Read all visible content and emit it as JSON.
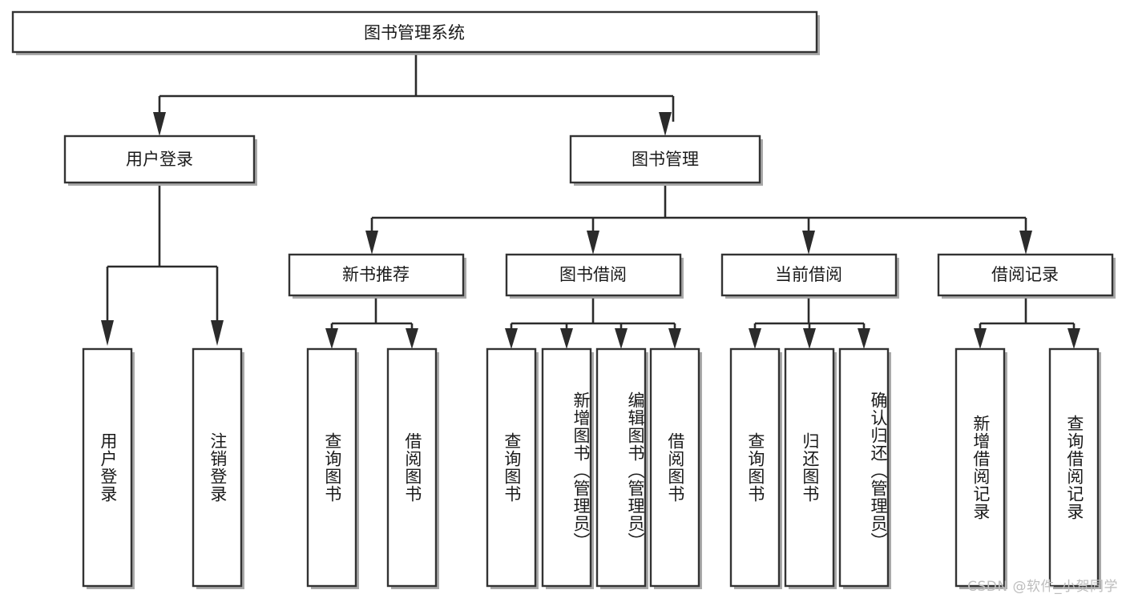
{
  "diagram": {
    "title": "图书管理系统",
    "type": "tree",
    "watermark": "CSDN @软件_小贺同学",
    "nodes": {
      "root": {
        "label": "图书管理系统",
        "orientation": "horizontal"
      },
      "l2": [
        {
          "id": "user-login",
          "label": "用户登录",
          "orientation": "horizontal"
        },
        {
          "id": "book-manage",
          "label": "图书管理",
          "orientation": "horizontal"
        }
      ],
      "l3": [
        {
          "id": "new-book-recommend",
          "label": "新书推荐",
          "orientation": "horizontal"
        },
        {
          "id": "book-borrow",
          "label": "图书借阅",
          "orientation": "horizontal"
        },
        {
          "id": "current-borrow",
          "label": "当前借阅",
          "orientation": "horizontal"
        },
        {
          "id": "borrow-record",
          "label": "借阅记录",
          "orientation": "horizontal"
        }
      ],
      "leaves": [
        {
          "id": "leaf-user-login",
          "parent": "user-login",
          "label": "用户登录",
          "orientation": "vertical"
        },
        {
          "id": "leaf-user-logout",
          "parent": "user-login",
          "label": "注销登录",
          "orientation": "vertical"
        },
        {
          "id": "leaf-query-book-1",
          "parent": "new-book-recommend",
          "label": "查询图书",
          "orientation": "vertical"
        },
        {
          "id": "leaf-borrow-book-1",
          "parent": "new-book-recommend",
          "label": "借阅图书",
          "orientation": "vertical"
        },
        {
          "id": "leaf-query-book-2",
          "parent": "book-borrow",
          "label": "查询图书",
          "orientation": "vertical"
        },
        {
          "id": "leaf-add-book",
          "parent": "book-borrow",
          "label": "新增图书（管理员）",
          "orientation": "vertical"
        },
        {
          "id": "leaf-edit-book",
          "parent": "book-borrow",
          "label": "编辑图书（管理员）",
          "orientation": "vertical"
        },
        {
          "id": "leaf-borrow-book-2",
          "parent": "book-borrow",
          "label": "借阅图书",
          "orientation": "vertical"
        },
        {
          "id": "leaf-query-book-3",
          "parent": "current-borrow",
          "label": "查询图书",
          "orientation": "vertical"
        },
        {
          "id": "leaf-return-book",
          "parent": "current-borrow",
          "label": "归还图书",
          "orientation": "vertical"
        },
        {
          "id": "leaf-confirm-return",
          "parent": "current-borrow",
          "label": "确认归还（管理员）",
          "orientation": "vertical"
        },
        {
          "id": "leaf-add-record",
          "parent": "borrow-record",
          "label": "新增借阅记录",
          "orientation": "vertical"
        },
        {
          "id": "leaf-query-record",
          "parent": "borrow-record",
          "label": "查询借阅记录",
          "orientation": "vertical"
        }
      ]
    },
    "colors": {
      "box_border": "#333333",
      "box_fill": "#ffffff",
      "connector": "#2b2b2b",
      "text": "#1a1a1a",
      "watermark": "#bdbdbd"
    }
  }
}
